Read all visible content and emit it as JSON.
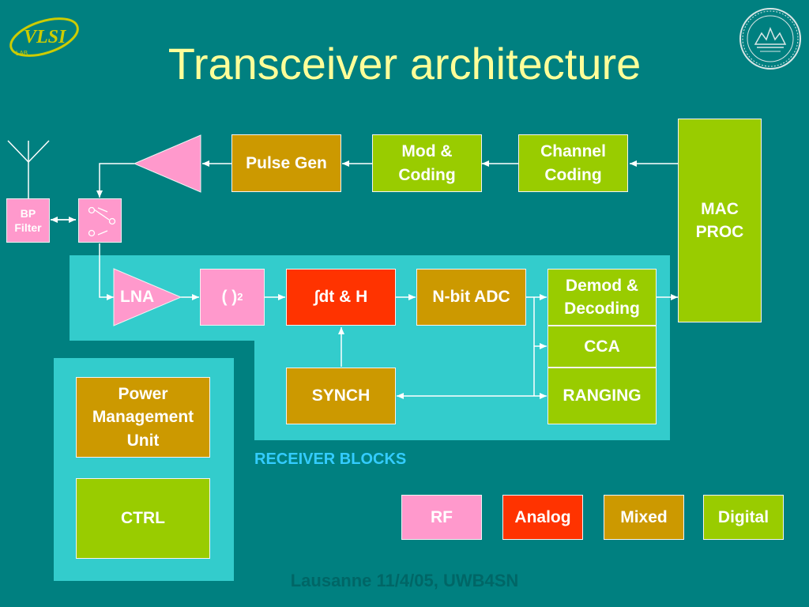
{
  "title": "Transceiver architecture",
  "logo_text": "VLSI",
  "logo_subtext": "LAB",
  "blocks": {
    "pulse_gen": "Pulse Gen",
    "mod_coding_1": "Mod &",
    "mod_coding_2": "Coding",
    "channel_coding_1": "Channel",
    "channel_coding_2": "Coding",
    "mac_1": "MAC",
    "mac_2": "PROC",
    "bp_filter_1": "BP",
    "bp_filter_2": "Filter",
    "lna": "LNA",
    "square": "(  )",
    "square_exp": "2",
    "integrator": "∫dt & H",
    "adc": "N-bit ADC",
    "demod_1": "Demod &",
    "demod_2": "Decoding",
    "cca": "CCA",
    "ranging": "RANGING",
    "synch": "SYNCH",
    "pmu_1": "Power",
    "pmu_2": "Management",
    "pmu_3": "Unit",
    "ctrl": "CTRL"
  },
  "receiver_label": "RECEIVER BLOCKS",
  "legend": [
    "RF",
    "Analog",
    "Mixed",
    "Digital"
  ],
  "footer": "Lausanne 11/4/05, UWB4SN",
  "colors": {
    "background": "#008080",
    "panel": "#33cccc",
    "rf": "#ff99cc",
    "analog": "#ff3300",
    "mixed": "#cc9900",
    "digital": "#99cc00",
    "title": "#ffff99"
  }
}
